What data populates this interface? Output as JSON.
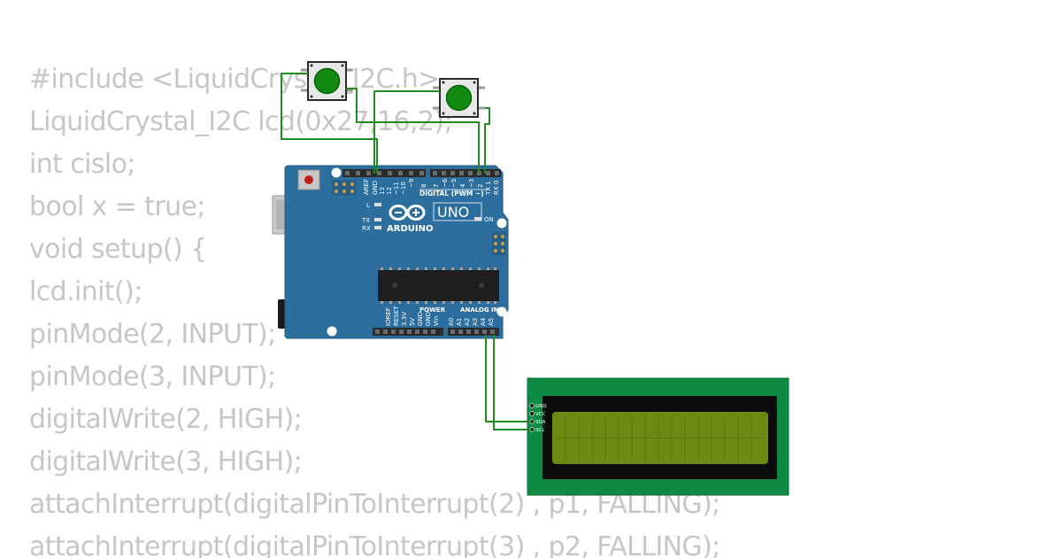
{
  "code_lines": [
    "#include <LiquidCrystal_I2C.h>",
    "LiquidCrystal_I2C lcd(0x27,16,2);",
    "int cislo;",
    "bool x = true;",
    "void setup() {",
    "lcd.init();",
    "pinMode(2, INPUT);",
    "pinMode(3, INPUT);",
    "digitalWrite(2, HIGH);",
    "digitalWrite(3, HIGH);",
    "attachInterrupt(digitalPinToInterrupt(2) , p1, FALLING);",
    "attachInterrupt(digitalPinToInterrupt(3) , p2, FALLING);"
  ],
  "board": {
    "brand": "ARDUINO",
    "model": "UNO",
    "digital_header_label": "DIGITAL (PWM ~)",
    "analog_header_label": "ANALOG IN",
    "power_header_label": "POWER",
    "led_l": "L",
    "led_tx": "TX",
    "led_rx": "RX",
    "led_on": "ON",
    "top_left_pins": [
      "AREF",
      "GND",
      "13",
      "12",
      "~11",
      "~10",
      "~9",
      "8"
    ],
    "top_right_pins": [
      "7",
      "~6",
      "~5",
      "4",
      "~3",
      "2",
      "TX 1",
      "RX 0"
    ],
    "power_pins": [
      "IOREF",
      "RESET",
      "3.3V",
      "5V",
      "GND",
      "GND",
      "Vin"
    ],
    "analog_pins": [
      "A0",
      "A1",
      "A2",
      "A3",
      "A4",
      "A5"
    ]
  },
  "lcd": {
    "pins": [
      "GND",
      "VCC",
      "SDA",
      "SCL"
    ]
  },
  "colors": {
    "code_text": "#c6c6c6",
    "board_blue": "#2c6f9e",
    "wire_green": "#1e8c1e",
    "button_green": "#118a11",
    "lcd_pcb": "#0f8a44",
    "lcd_screen": "#6b8a12"
  }
}
